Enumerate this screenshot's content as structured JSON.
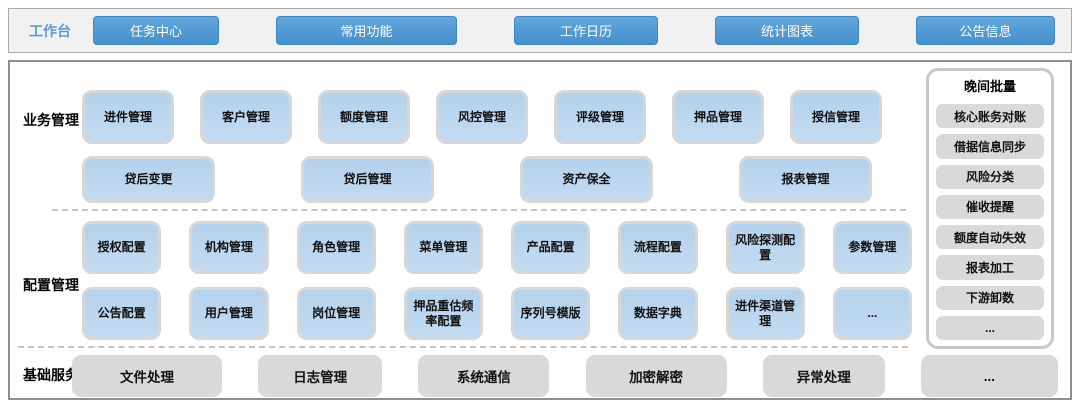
{
  "colors": {
    "accent_blue": "#4e97d1",
    "light_blue_tile": "#bdd7ee",
    "gray_tile": "#d9d9d9"
  },
  "workbench": {
    "label": "工作台",
    "buttons": [
      "任务中心",
      "常用功能",
      "工作日历",
      "统计图表",
      "公告信息"
    ]
  },
  "sections": {
    "business": {
      "label": "业务管理",
      "row1": [
        "进件管理",
        "客户管理",
        "额度管理",
        "风控管理",
        "评级管理",
        "押品管理",
        "授信管理"
      ],
      "row2": [
        "贷后变更",
        "贷后管理",
        "资产保全",
        "报表管理"
      ]
    },
    "config": {
      "label": "配置管理",
      "row1": [
        "授权配置",
        "机构管理",
        "角色管理",
        "菜单管理",
        "产品配置",
        "流程配置",
        "风险探测配置",
        "参数管理"
      ],
      "row2": [
        "公告配置",
        "用户管理",
        "岗位管理",
        "押品重估频率配置",
        "序列号模版",
        "数据字典",
        "进件渠道管理",
        "..."
      ]
    },
    "base": {
      "label": "基础服务",
      "items": [
        "文件处理",
        "日志管理",
        "系统通信",
        "加密解密",
        "异常处理",
        "..."
      ]
    }
  },
  "night_batch": {
    "title": "晚间批量",
    "items": [
      "核心账务对账",
      "借据信息同步",
      "风险分类",
      "催收提醒",
      "额度自动失效",
      "报表加工",
      "下游卸数",
      "..."
    ]
  }
}
